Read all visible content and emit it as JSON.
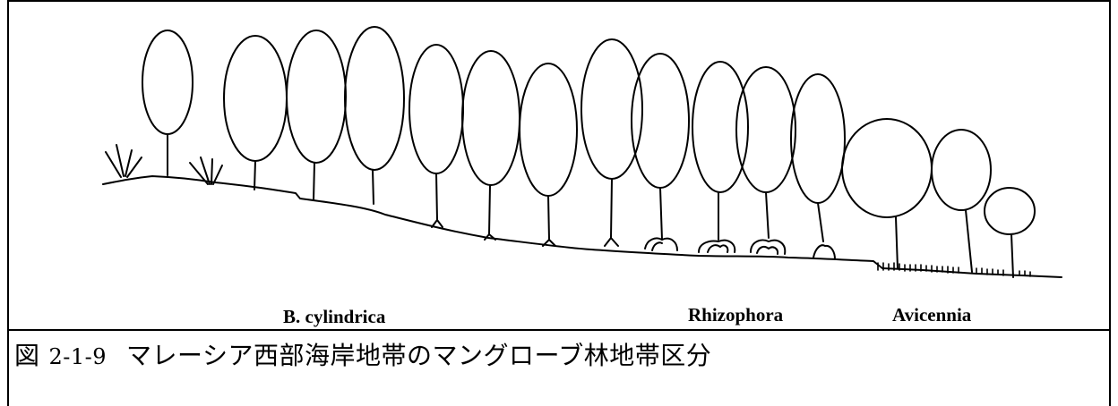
{
  "labels": {
    "b_cylindrica": "B. cylindrica",
    "rhizophora": "Rhizophora",
    "avicennia": "Avicennia"
  },
  "caption": {
    "prefix": "図",
    "number": "2-1-9",
    "text": "マレーシア西部海岸地帯のマングローブ林地帯区分"
  },
  "colors": {
    "line": "#000000",
    "background": "#ffffff"
  }
}
